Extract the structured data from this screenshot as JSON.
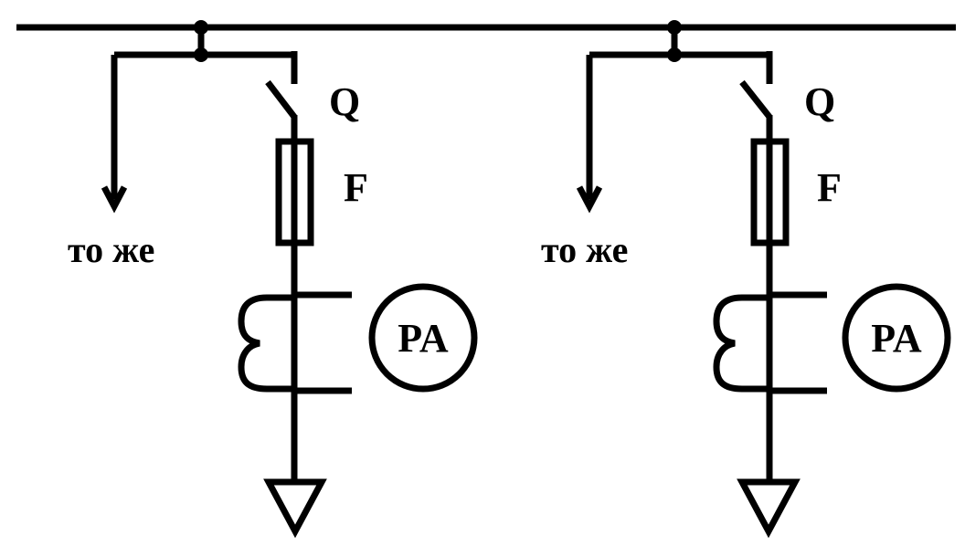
{
  "diagram": {
    "line_color": "#000000",
    "background": "#ffffff",
    "branches": [
      {
        "switch_label": "Q",
        "fuse_label": "F",
        "ammeter_label": "PA",
        "outlet_label": "то же"
      },
      {
        "switch_label": "Q",
        "fuse_label": "F",
        "ammeter_label": "PA",
        "outlet_label": "то же"
      }
    ]
  }
}
